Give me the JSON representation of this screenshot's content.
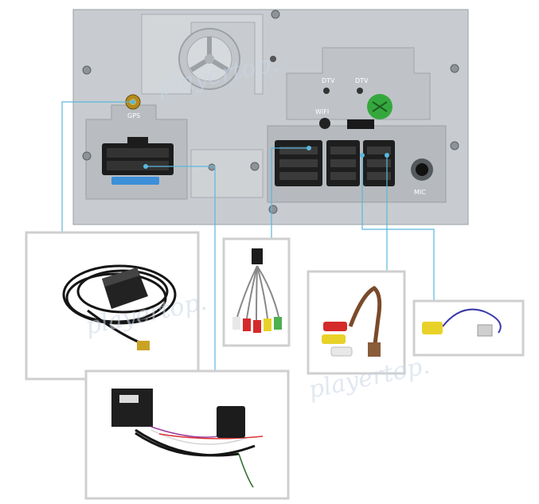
{
  "unit_labels": {
    "gps": "GPS",
    "dtv_left": "DTV",
    "dtv_right": "DTV",
    "wifi": "WIFI",
    "mic": "MIC"
  },
  "watermark": "playertop.",
  "colors": {
    "leader_line": "#5ab8dd",
    "housing": "#c8ccd0",
    "frame_border": "#cfcfcf",
    "connector_black": "#1c1c1c",
    "fuse_blue": "#3d8fd8",
    "wifi_badge": "#35a83d"
  },
  "connections": [
    {
      "from": "gps-antenna-port",
      "to": "gps-antenna-photo"
    },
    {
      "from": "main-power-port",
      "to": "power-can-harness-photo"
    },
    {
      "from": "av-rca-port",
      "to": "av-rca-cable-photo"
    },
    {
      "from": "aux-port",
      "to": "aux-rca-cable-photo"
    },
    {
      "from": "camera-port",
      "to": "camera-cable-photo"
    }
  ]
}
